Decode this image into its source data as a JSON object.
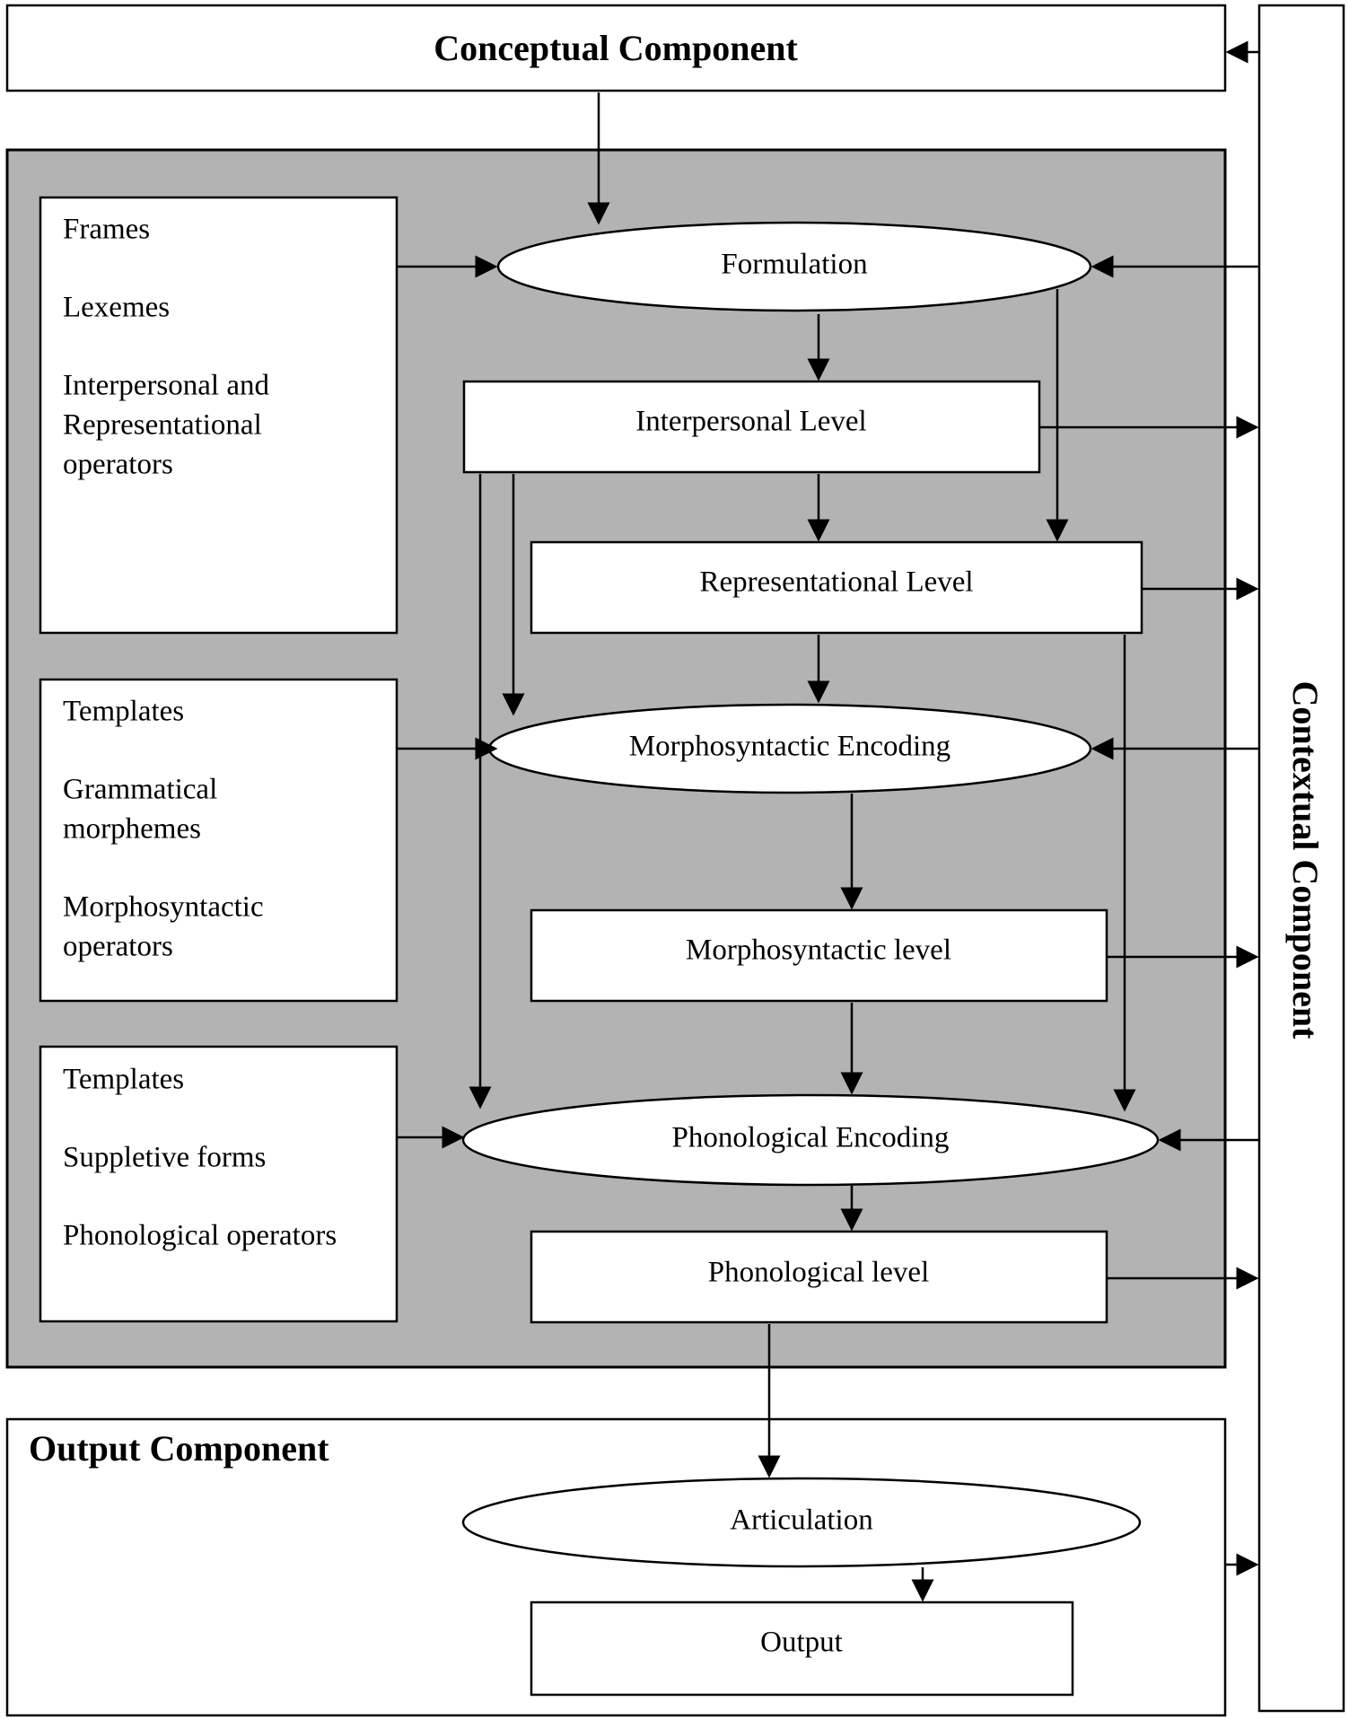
{
  "components": {
    "conceptual": "Conceptual Component",
    "contextual": "Contextual Component",
    "output": "Output Component"
  },
  "resources": {
    "formulation": {
      "items": [
        [
          "Frames"
        ],
        [
          "Lexemes"
        ],
        [
          "Interpersonal and",
          "Representational",
          "operators"
        ]
      ]
    },
    "morphosyntactic": {
      "items": [
        [
          "Templates"
        ],
        [
          "Grammatical",
          "morphemes"
        ],
        [
          "Morphosyntactic",
          "operators"
        ]
      ]
    },
    "phonological": {
      "items": [
        [
          "Templates"
        ],
        [
          "Suppletive forms"
        ],
        [
          "Phonological operators"
        ]
      ]
    }
  },
  "operations": {
    "formulation": "Formulation",
    "morphosyntactic_encoding": "Morphosyntactic Encoding",
    "phonological_encoding": "Phonological Encoding",
    "articulation": "Articulation"
  },
  "levels": {
    "interpersonal": "Interpersonal Level",
    "representational": "Representational Level",
    "morphosyntactic": "Morphosyntactic level",
    "phonological": "Phonological level",
    "output": "Output"
  },
  "colors": {
    "grammar_panel": "#b3b3b3",
    "stroke": "#000000",
    "box_fill": "#ffffff"
  }
}
